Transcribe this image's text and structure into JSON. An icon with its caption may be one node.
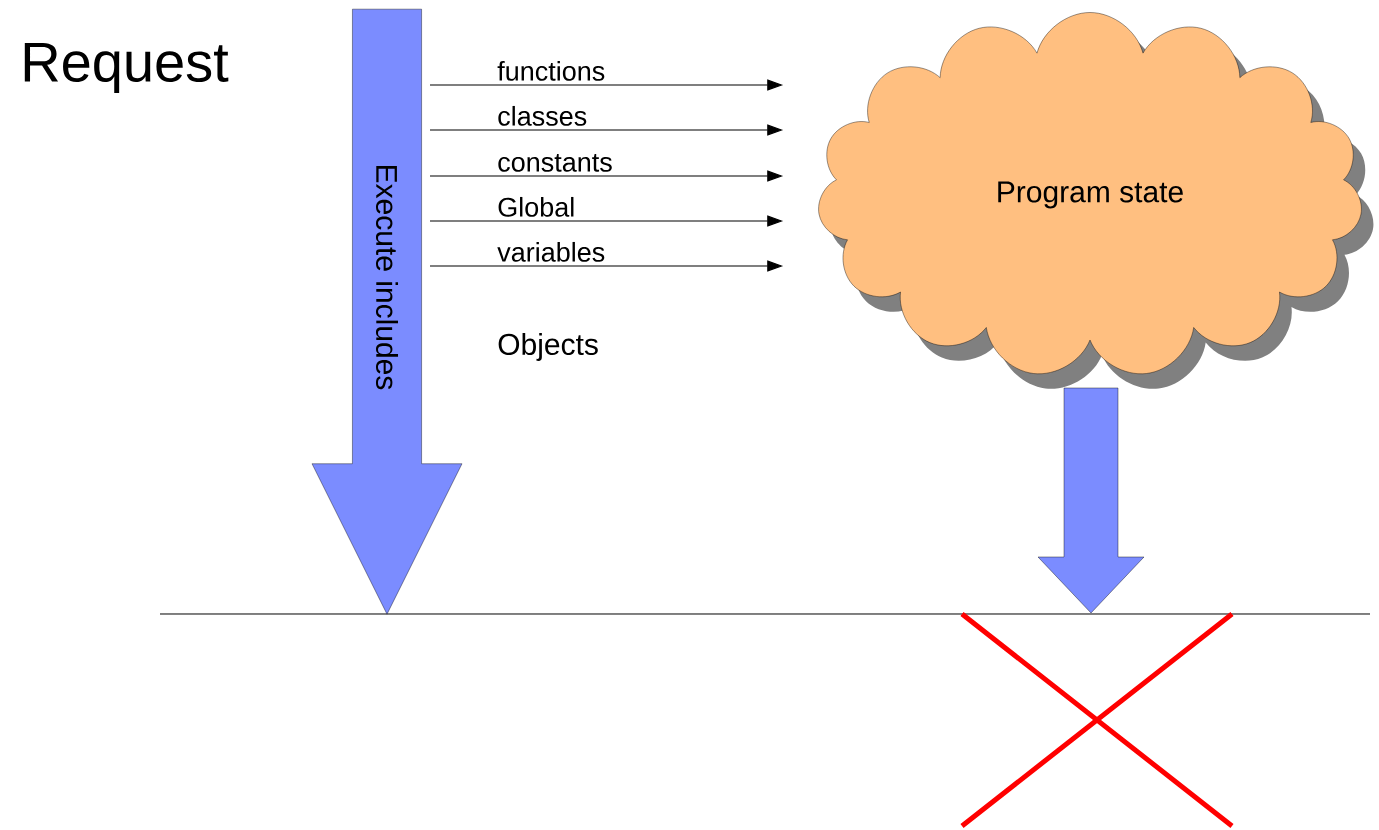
{
  "diagram": {
    "nodes": [
      {
        "text": [
          "Execute includes"
        ]
      },
      {
        "text": [
          "Program state"
        ]
      }
    ],
    "edges": [
      {
        "from": 0,
        "to": 1,
        "arrow": "to",
        "label": "functions"
      },
      {
        "from": 0,
        "to": 1,
        "arrow": "to",
        "label": "classes"
      },
      {
        "from": 0,
        "to": 1,
        "arrow": "to",
        "label": "constants"
      },
      {
        "from": 0,
        "to": 1,
        "arrow": "to",
        "label": "Global"
      },
      {
        "from": 0,
        "to": 1,
        "arrow": "to",
        "label": "variables"
      },
      {
        "from": 1,
        "to": null,
        "arrow": "to",
        "style": "thick",
        "color": "#7b8cff"
      }
    ],
    "labels": [
      "Request",
      "Objects"
    ]
  }
}
